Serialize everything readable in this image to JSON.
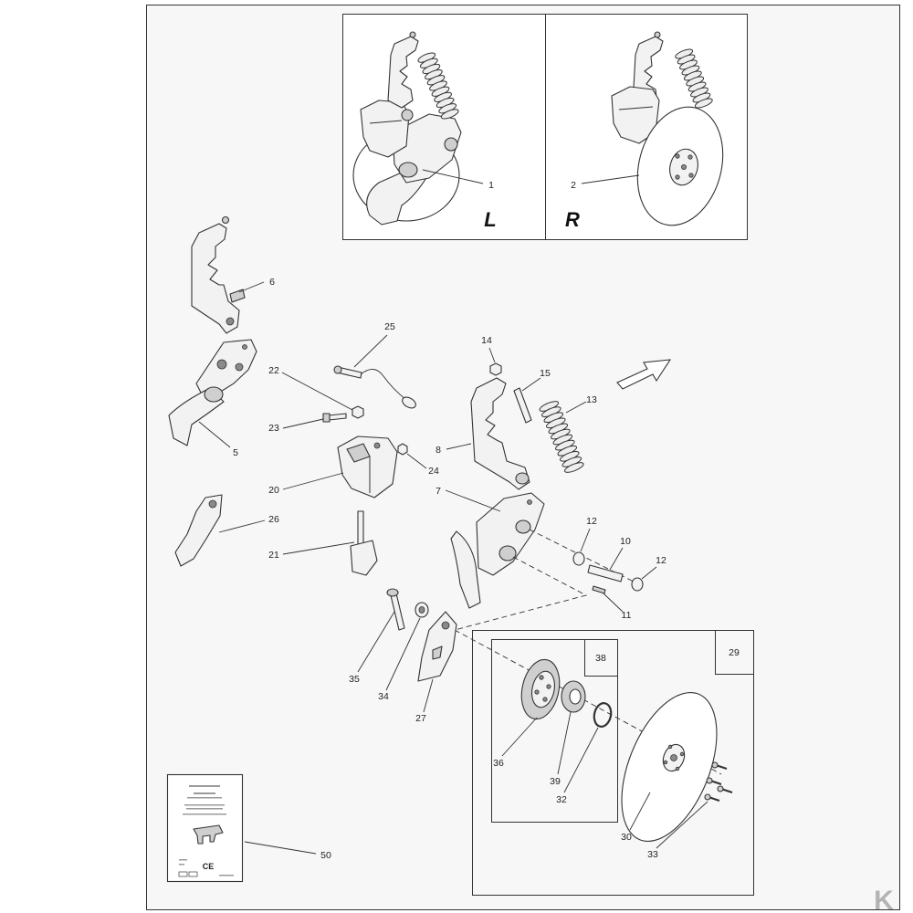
{
  "views": {
    "left": "L",
    "right": "R"
  },
  "callouts": {
    "p1": "1",
    "p2": "2",
    "p5": "5",
    "p6": "6",
    "p7": "7",
    "p8": "8",
    "p10": "10",
    "p11": "11",
    "p12a": "12",
    "p12b": "12",
    "p13": "13",
    "p14": "14",
    "p15": "15",
    "p20": "20",
    "p21": "21",
    "p22": "22",
    "p23": "23",
    "p24": "24",
    "p25": "25",
    "p26": "26",
    "p27": "27",
    "p29": "29",
    "p30": "30",
    "p32": "32",
    "p33": "33",
    "p34": "34",
    "p35": "35",
    "p36": "36",
    "p38": "38",
    "p39": "39",
    "p50": "50"
  },
  "manual": {
    "mark": "CE"
  },
  "logo": "K"
}
